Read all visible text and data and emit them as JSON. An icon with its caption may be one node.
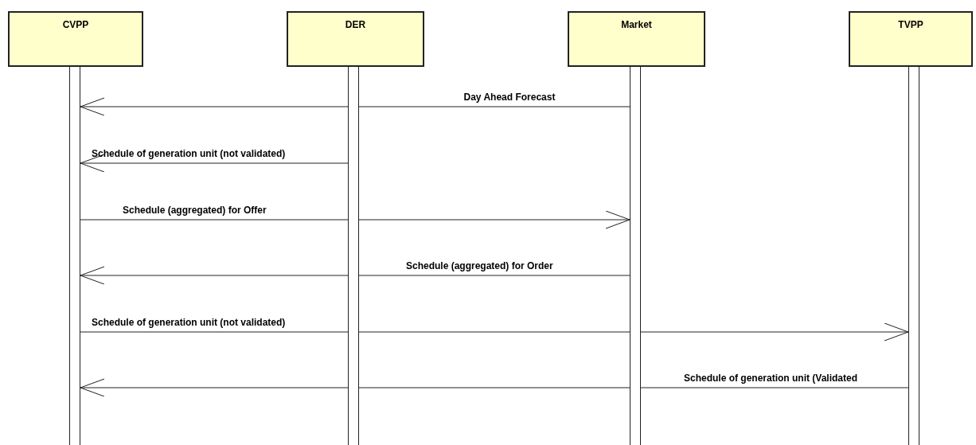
{
  "diagram": {
    "nodes": [
      {
        "text": [
          "CVPP"
        ]
      },
      {
        "text": [
          "DER"
        ]
      },
      {
        "text": [
          "Market"
        ]
      },
      {
        "text": [
          "TVPP"
        ]
      },
      {
        "text": [],
        "shape": "bar"
      },
      {
        "text": [],
        "shape": "bar"
      },
      {
        "text": [],
        "shape": "bar"
      },
      {
        "text": [],
        "shape": "bar"
      }
    ],
    "edges": [
      {
        "from": 6,
        "to": 4,
        "arrow": "to",
        "label": "Day Ahead Forecast"
      },
      {
        "from": 5,
        "to": 4,
        "arrow": "to",
        "label": "Schedule of generation unit (not validated)"
      },
      {
        "from": 4,
        "to": 6,
        "arrow": "to",
        "label": "Schedule (aggregated) for Offer"
      },
      {
        "from": 6,
        "to": 4,
        "arrow": "to",
        "label": "Schedule (aggregated) for Order"
      },
      {
        "from": 4,
        "to": 7,
        "arrow": "to",
        "label": "Schedule of generation unit (not validated)"
      },
      {
        "from": 7,
        "to": 4,
        "arrow": "to",
        "label": "Schedule of generation unit (Validated"
      }
    ]
  }
}
